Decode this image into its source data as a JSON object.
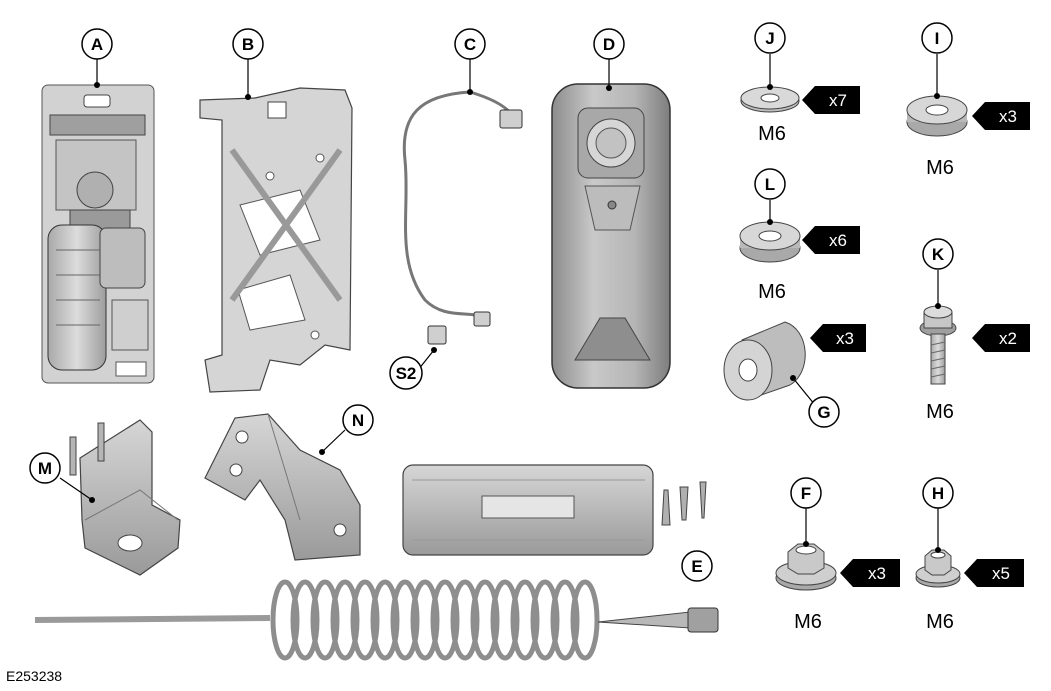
{
  "figure_id": "E253238",
  "callouts": {
    "A": "A",
    "B": "B",
    "C": "C",
    "D": "D",
    "E": "E",
    "F": "F",
    "G": "G",
    "H": "H",
    "I": "I",
    "J": "J",
    "K": "K",
    "L": "L",
    "M": "M",
    "N": "N",
    "S2": "S2"
  },
  "quantities": {
    "J": "x7",
    "I": "x3",
    "L": "x6",
    "G": "x3",
    "K": "x2",
    "F": "x3",
    "H": "x5"
  },
  "sizes": {
    "J": "M6",
    "I": "M6",
    "L": "M6",
    "K": "M6",
    "F": "M6",
    "H": "M6"
  },
  "colors": {
    "part_fill": "#bfbfbf",
    "part_dark": "#8a8a8a",
    "part_light": "#e2e2e2",
    "outline": "#000000",
    "arrow_fill": "#000000"
  }
}
